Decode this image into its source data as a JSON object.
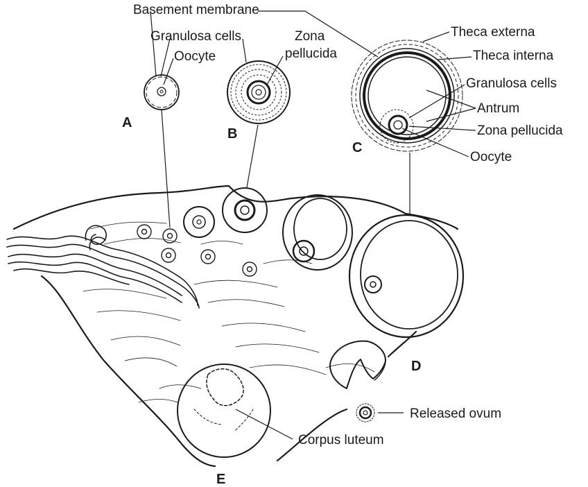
{
  "labels": {
    "basement_membrane": "Basement membrane",
    "granulosa_cells_a": "Granulosa cells",
    "oocyte_a": "Oocyte",
    "zona_pellucida_b_line1": "Zona",
    "zona_pellucida_b_line2": "pellucida",
    "theca_externa": "Theca externa",
    "theca_interna": "Theca interna",
    "granulosa_cells_c": "Granulosa cells",
    "antrum": "Antrum",
    "zona_pellucida_c": "Zona pellucida",
    "oocyte_c": "Oocyte",
    "released_ovum": "Released ovum",
    "corpus_luteum": "Corpus luteum"
  },
  "stage_letters": {
    "a": "A",
    "b": "B",
    "c": "C",
    "d": "D",
    "e": "E"
  },
  "colors": {
    "ink": "#1a1a1a",
    "background": "#ffffff"
  }
}
